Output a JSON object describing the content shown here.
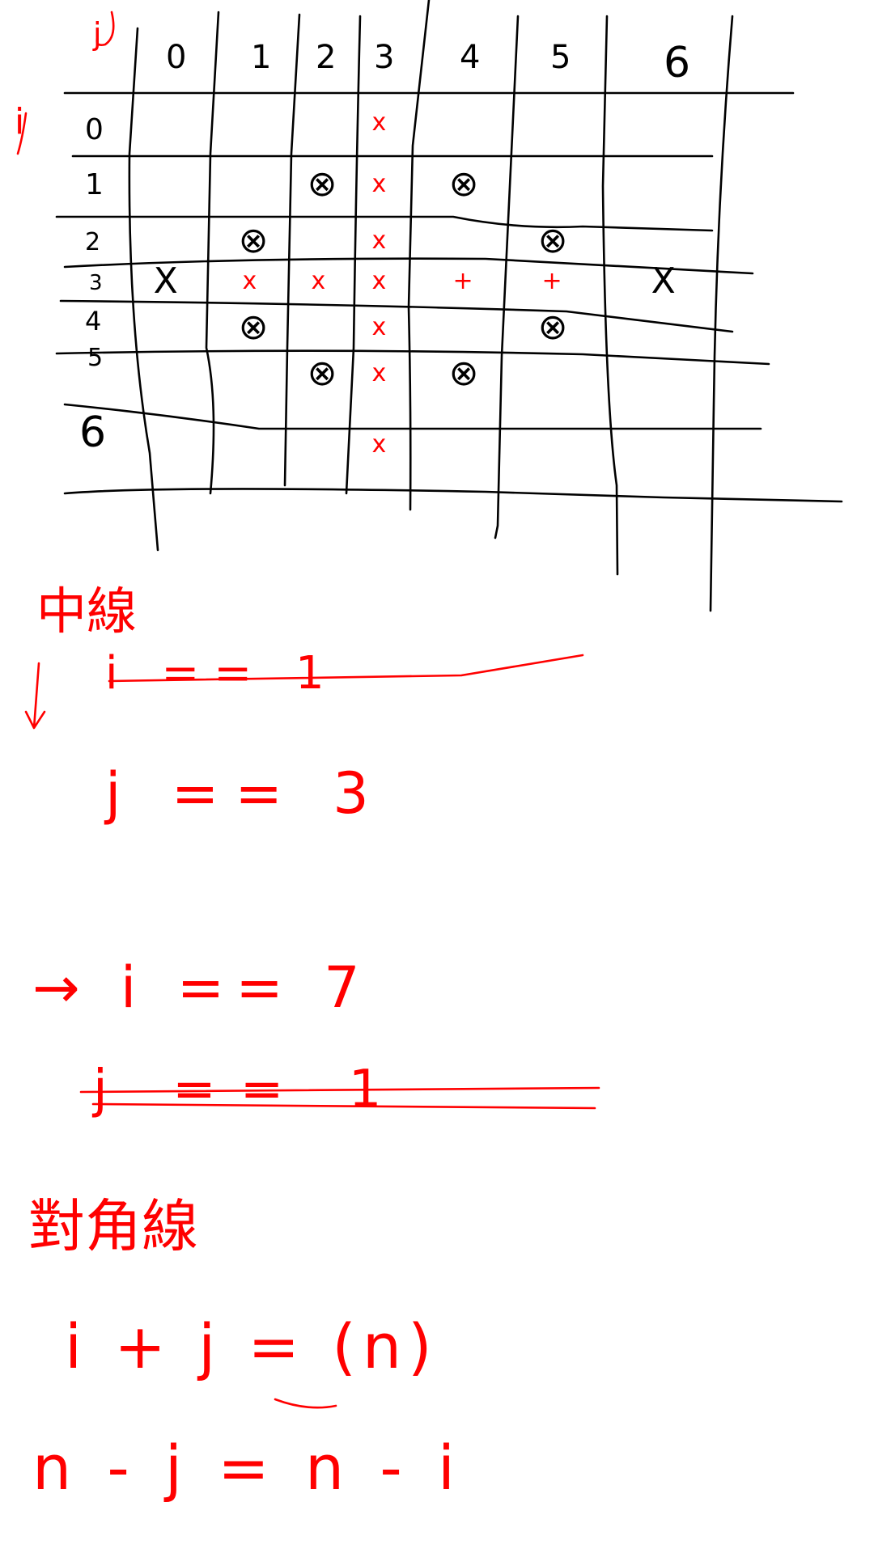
{
  "colors": {
    "ink": "#000000",
    "accent": "#ff0000",
    "background": "#ffffff"
  },
  "grid": {
    "corner_label_j": "j",
    "corner_label_i": "i",
    "col_headers": [
      "0",
      "1",
      "2",
      "3",
      "4",
      "5",
      "6"
    ],
    "row_headers": [
      "0",
      "1",
      "2",
      "3",
      "4",
      "5",
      "6"
    ],
    "black_marks": [
      {
        "row": 1,
        "col": 2,
        "mark": "⊗"
      },
      {
        "row": 1,
        "col": 4,
        "mark": "⊗"
      },
      {
        "row": 2,
        "col": 1,
        "mark": "⊗"
      },
      {
        "row": 2,
        "col": 5,
        "mark": "⊗"
      },
      {
        "row": 4,
        "col": 1,
        "mark": "⊗"
      },
      {
        "row": 4,
        "col": 5,
        "mark": "⊗"
      },
      {
        "row": 5,
        "col": 2,
        "mark": "⊗"
      },
      {
        "row": 5,
        "col": 4,
        "mark": "⊗"
      },
      {
        "row": 3,
        "col": 0,
        "mark": "X"
      },
      {
        "row": 3,
        "col": 6,
        "mark": "X"
      }
    ],
    "red_marks": [
      {
        "row": 0,
        "col": 3,
        "mark": "x"
      },
      {
        "row": 1,
        "col": 3,
        "mark": "x"
      },
      {
        "row": 2,
        "col": 3,
        "mark": "x"
      },
      {
        "row": 3,
        "col": 1,
        "mark": "x"
      },
      {
        "row": 3,
        "col": 2,
        "mark": "x"
      },
      {
        "row": 3,
        "col": 3,
        "mark": "x"
      },
      {
        "row": 3,
        "col": 4,
        "mark": "+"
      },
      {
        "row": 3,
        "col": 5,
        "mark": "+"
      },
      {
        "row": 4,
        "col": 3,
        "mark": "x"
      },
      {
        "row": 5,
        "col": 3,
        "mark": "x"
      },
      {
        "row": 6,
        "col": 3,
        "mark": "x"
      }
    ]
  },
  "notes": {
    "middle_line_heading": "中線",
    "line1": "i == 1",
    "line2": "j == 3",
    "line3": "→ i == 7",
    "line4": "j == 1",
    "diagonal_heading": "對角線",
    "eq1": "i + j = (n)",
    "eq2": "n - j = n - i"
  }
}
